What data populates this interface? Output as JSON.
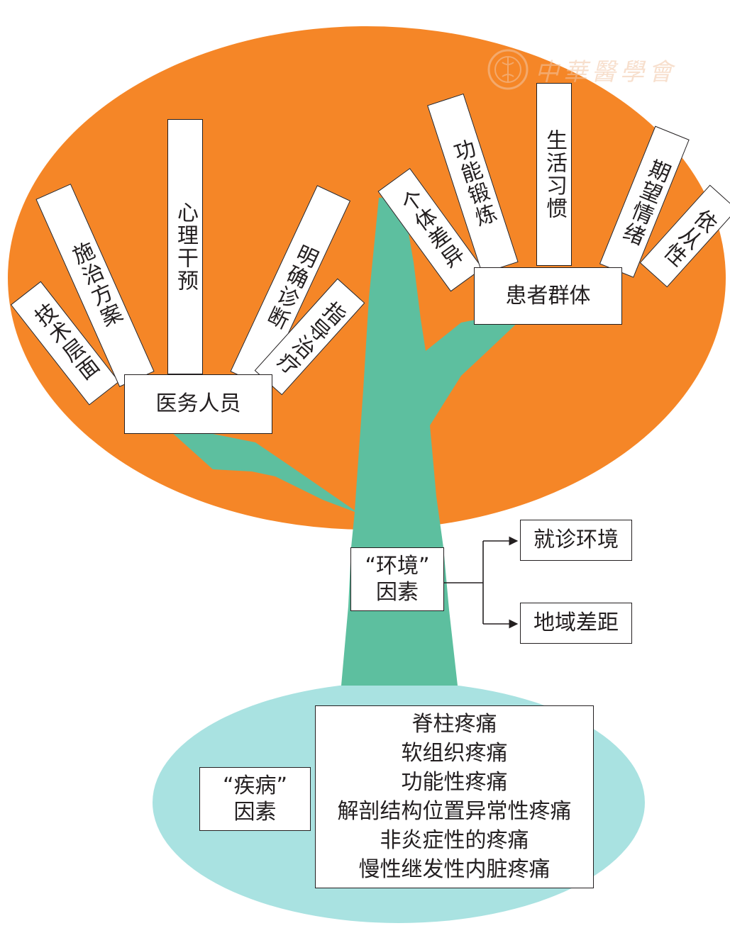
{
  "colors": {
    "crown": "#f58627",
    "trunk": "#5dbf9f",
    "roots": "#a9e2e1",
    "box_border": "#231f20",
    "box_fill": "#ffffff"
  },
  "watermark": {
    "text": "中華醫學會",
    "emblem": "chinese-medical-association-emblem-icon"
  },
  "medical_staff": {
    "label": "医务人员",
    "branches": [
      "技术层面",
      "施治方案",
      "心理干预",
      "明确诊断",
      "指导治疗"
    ]
  },
  "patient_group": {
    "label": "患者群体",
    "branches": [
      "个体差异",
      "功能锻炼",
      "生活习惯",
      "期望情绪",
      "依从性"
    ]
  },
  "environment": {
    "label_line1": "“环境”",
    "label_line2": "因素",
    "items": [
      "就诊环境",
      "地域差距"
    ]
  },
  "disease": {
    "label_line1": "“疾病”",
    "label_line2": "因素",
    "items": [
      "脊柱疼痛",
      "软组织疼痛",
      "功能性疼痛",
      "解剖结构位置异常性疼痛",
      "非炎症性的疼痛",
      "慢性继发性内脏疼痛"
    ]
  }
}
